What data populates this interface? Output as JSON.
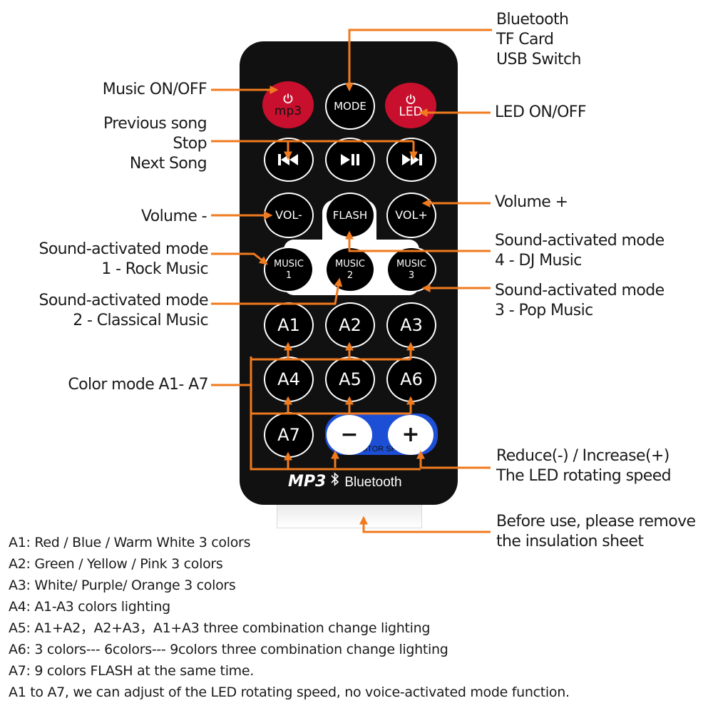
{
  "remote": {
    "buttons": {
      "mp3": "mp3",
      "mode": "MODE",
      "led": "LED",
      "vol_minus": "VOL-",
      "flash": "FLASH",
      "vol_plus": "VOL+",
      "music1": [
        "MUSIC",
        "1"
      ],
      "music2": [
        "MUSIC",
        "2"
      ],
      "music3": [
        "MUSIC",
        "3"
      ],
      "a1": "A1",
      "a2": "A2",
      "a3": "A3",
      "a4": "A4",
      "a5": "A5",
      "a6": "A6",
      "a7": "A7",
      "minus": "−",
      "plus": "+"
    },
    "motor_speed": "MOTOR SPEED",
    "brand_mp3": "MP3",
    "brand_bluetooth": "Bluetooth"
  },
  "labels": {
    "mode_lines": [
      "Bluetooth",
      "TF Card",
      "USB Switch"
    ],
    "music_onoff": "Music ON/OFF",
    "led_onoff": "LED ON/OFF",
    "prev_stop_next": [
      "Previous song",
      "Stop",
      "Next Song"
    ],
    "volume_plus": "Volume +",
    "volume_minus": "Volume -",
    "sound_rock": [
      "Sound-activated mode",
      "1 - Rock Music"
    ],
    "sound_dj": [
      "Sound-activated mode",
      "4 - DJ Music"
    ],
    "sound_classical": [
      "Sound-activated mode",
      "2 - Classical Music"
    ],
    "sound_pop": [
      "Sound-activated mode",
      "3 - Pop Music"
    ],
    "color_mode": "Color mode A1- A7",
    "speed": [
      "Reduce(-) / Increase(+)",
      "The LED rotating speed"
    ],
    "insulation": [
      "Before use, please remove",
      "the insulation sheet"
    ]
  },
  "notes": [
    "A1: Red / Blue / Warm White 3 colors",
    "A2: Green / Yellow / Pink 3 colors",
    "A3: White/ Purple/ Orange 3 colors",
    "A4: A1-A3 colors lighting",
    "A5: A1+A2，A2+A3，A1+A3 three combination change lighting",
    "A6: 3 colors--- 6colors--- 9colors three combination change lighting",
    "A7: 9 colors FLASH at the same time.",
    "A1 to A7, we can adjust of the LED rotating speed, no voice-activated mode function."
  ],
  "colors": {
    "arrow": "#f07a1e",
    "power_red": "#c8102e",
    "remote_body": "#111111"
  },
  "icons": [
    "power-icon",
    "prev-track-icon",
    "play-pause-icon",
    "next-track-icon",
    "bluetooth-icon"
  ]
}
